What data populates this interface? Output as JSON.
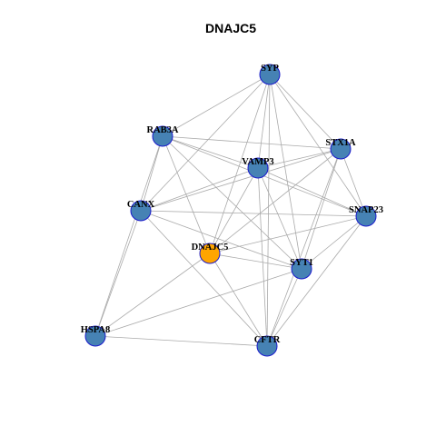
{
  "title": "DNAJC5",
  "colors": {
    "focus_node": "#ffa500",
    "node": "#4682b4",
    "node_border": "#1a1acc",
    "edge": "#aaaaaa"
  },
  "nodes": [
    {
      "id": "SYP",
      "label": "SYP",
      "focus": false
    },
    {
      "id": "RAB3A",
      "label": "RAB3A",
      "focus": false
    },
    {
      "id": "STX1A",
      "label": "STX1A",
      "focus": false
    },
    {
      "id": "VAMP3",
      "label": "VAMP3",
      "focus": false
    },
    {
      "id": "CANX",
      "label": "CANX",
      "focus": false
    },
    {
      "id": "SNAP23",
      "label": "SNAP23",
      "focus": false
    },
    {
      "id": "DNAJC5",
      "label": "DNAJC5",
      "focus": true
    },
    {
      "id": "SYT1",
      "label": "SYT1",
      "focus": false
    },
    {
      "id": "HSPA8",
      "label": "HSPA8",
      "focus": false
    },
    {
      "id": "CFTR",
      "label": "CFTR",
      "focus": false
    }
  ],
  "edges": [
    [
      "SYP",
      "RAB3A"
    ],
    [
      "SYP",
      "STX1A"
    ],
    [
      "SYP",
      "VAMP3"
    ],
    [
      "SYP",
      "CANX"
    ],
    [
      "SYP",
      "SNAP23"
    ],
    [
      "SYP",
      "DNAJC5"
    ],
    [
      "SYP",
      "SYT1"
    ],
    [
      "SYP",
      "CFTR"
    ],
    [
      "RAB3A",
      "STX1A"
    ],
    [
      "RAB3A",
      "VAMP3"
    ],
    [
      "RAB3A",
      "SNAP23"
    ],
    [
      "RAB3A",
      "SYT1"
    ],
    [
      "RAB3A",
      "HSPA8"
    ],
    [
      "RAB3A",
      "DNAJC5"
    ],
    [
      "RAB3A",
      "CANX"
    ],
    [
      "STX1A",
      "VAMP3"
    ],
    [
      "STX1A",
      "CANX"
    ],
    [
      "STX1A",
      "SNAP23"
    ],
    [
      "STX1A",
      "SYT1"
    ],
    [
      "STX1A",
      "DNAJC5"
    ],
    [
      "STX1A",
      "CFTR"
    ],
    [
      "VAMP3",
      "CANX"
    ],
    [
      "VAMP3",
      "SNAP23"
    ],
    [
      "VAMP3",
      "DNAJC5"
    ],
    [
      "VAMP3",
      "SYT1"
    ],
    [
      "VAMP3",
      "CFTR"
    ],
    [
      "CANX",
      "SNAP23"
    ],
    [
      "CANX",
      "HSPA8"
    ],
    [
      "CANX",
      "CFTR"
    ],
    [
      "CANX",
      "SYT1"
    ],
    [
      "SNAP23",
      "DNAJC5"
    ],
    [
      "SNAP23",
      "SYT1"
    ],
    [
      "SNAP23",
      "CFTR"
    ],
    [
      "DNAJC5",
      "SYT1"
    ],
    [
      "DNAJC5",
      "HSPA8"
    ],
    [
      "DNAJC5",
      "CFTR"
    ],
    [
      "SYT1",
      "HSPA8"
    ],
    [
      "SYT1",
      "CFTR"
    ],
    [
      "HSPA8",
      "CFTR"
    ]
  ]
}
